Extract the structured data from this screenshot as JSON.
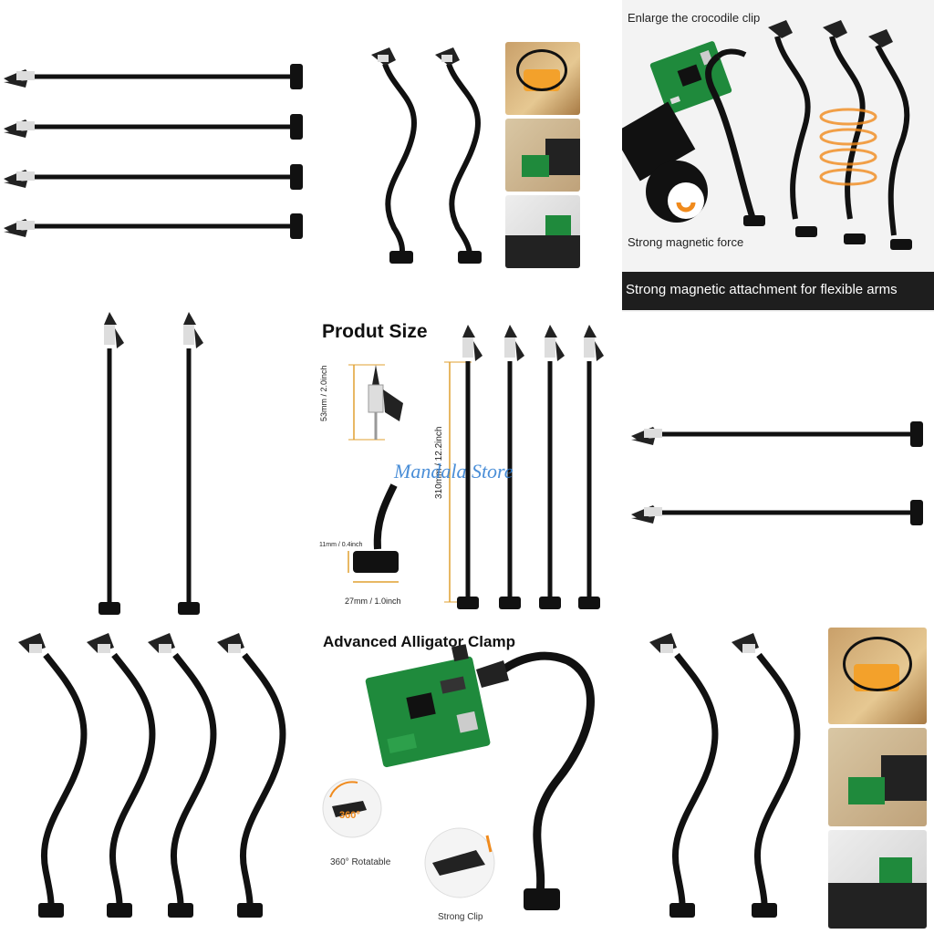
{
  "magnet_panel": {
    "top_caption": "Enlarge the crocodile clip",
    "magnet_caption": "Strong magnetic force",
    "banner": "Strong magnetic attachment for flexible arms"
  },
  "size_panel": {
    "title": "Produt Size",
    "clip_height": "53mm / 2.0inch",
    "arm_length": "310mm / 12.2inch",
    "base_height": "11mm / 0.4inch",
    "base_width": "27mm / 1.0inch"
  },
  "watermark": "Mandala Store",
  "clamp_panel": {
    "title": "Advanced Alligator Clamp",
    "rotatable_label": "360° Rotatable",
    "rotatable_badge": "360°",
    "clip_label": "Strong Clip"
  },
  "colors": {
    "arm": "#111111",
    "pcb": "#1f8a3c",
    "accent_orange": "#f08a1c",
    "banner_bg": "#1e1e1e",
    "dim_line": "#e0a030"
  }
}
